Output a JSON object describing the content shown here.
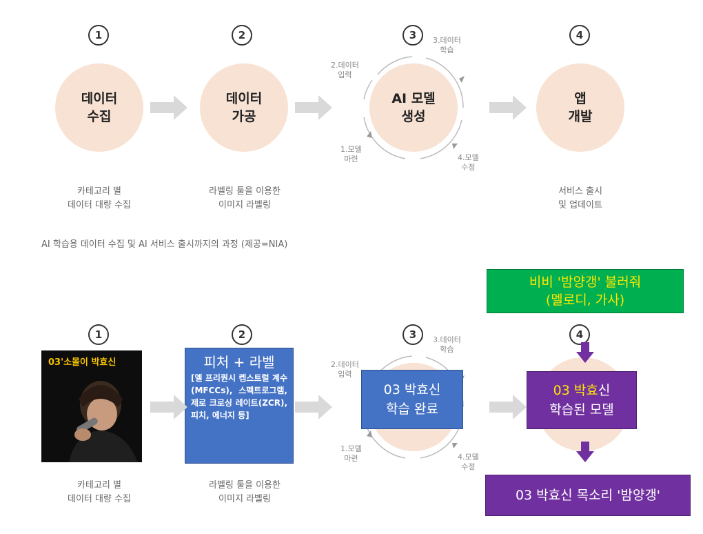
{
  "top": {
    "steps": [
      {
        "num": "1",
        "circle": "데이터\n수집",
        "sub": "카테고리 별\n데이터 대량 수집"
      },
      {
        "num": "2",
        "circle": "데이터\n가공",
        "sub": "라벨링 툴을 이용한\n이미지 라벨링"
      },
      {
        "num": "3",
        "circle": "AI 모델\n생성",
        "sub": ""
      },
      {
        "num": "4",
        "circle": "앱\n개발",
        "sub": "서비스 출시\n및 업데이트"
      }
    ],
    "cycle": {
      "data_learning": "3.데이터\n학습",
      "data_input": "2.데이터\n입력",
      "model_prep": "1.모델\n마련",
      "model_edit": "4.모델\n수정"
    },
    "caption": "AI 학습용 데이터 수집 및 AI 서비스 출시까지의 과정 (제공=NIA)"
  },
  "bottom": {
    "nums": [
      "1",
      "2",
      "3",
      "4"
    ],
    "photo_title": "03'소몰이 박효신",
    "feature_title": "피처 + 라벨",
    "feature_body": "[멜 프리퀀시 켑스트럴 계수(MFCCs), 스펙트로그램, 제로 크로싱 레이트(ZCR), 피치, 에너지 등]",
    "learned_box": "03 박효신\n학습 완료",
    "request_box": "비비 '밤양갱' 불러줘\n(멜로디, 가사)",
    "model_box_part1": "03 박효",
    "model_box_part2": "신",
    "model_box_line2": "학습된 모델",
    "output_box": "03 박효신 목소리 '밤양갱'",
    "sub1": "카테고리 별\n데이터 대량 수집",
    "sub2": "라벨링 툴을 이용한\n이미지 라벨링",
    "cycle": {
      "data_learning": "3.데이터\n학습",
      "data_input": "2.데이터\n입력",
      "model_prep": "1.모델\n마련",
      "model_edit": "4.모델\n수정"
    }
  },
  "colors": {
    "circle": "#f8e2d4",
    "blue": "#4472c4",
    "purple": "#7030a0",
    "green": "#00b050",
    "highlight": "#ffe600"
  }
}
